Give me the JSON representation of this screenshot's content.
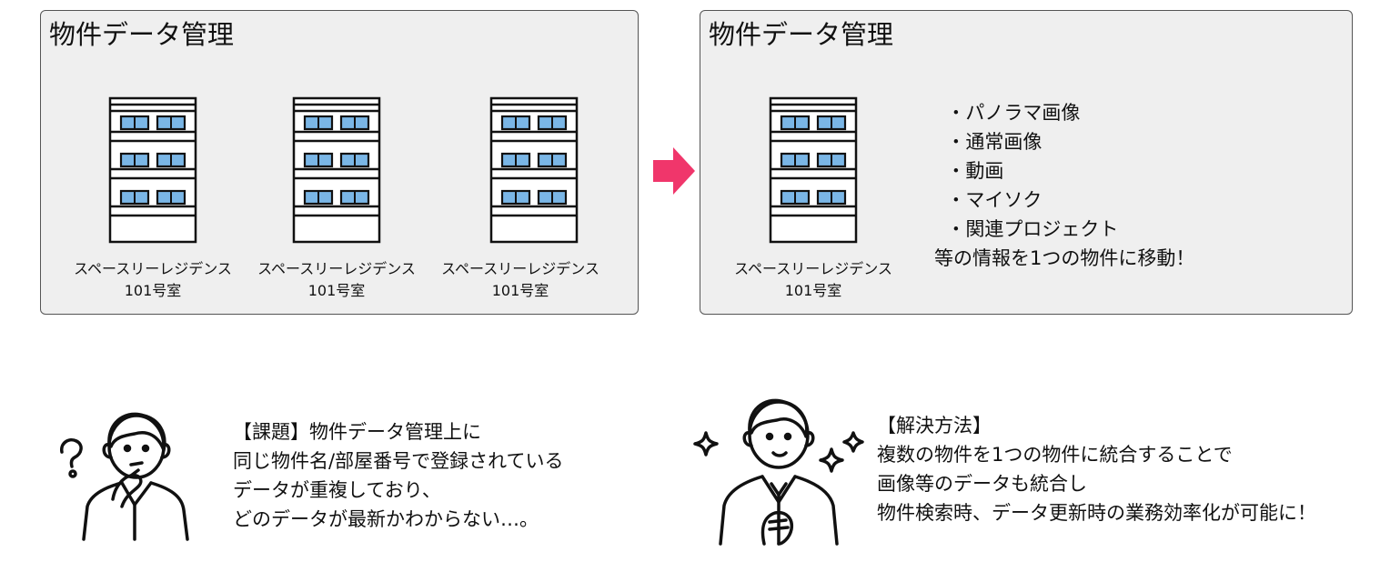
{
  "panel_before": {
    "title": "物件データ管理",
    "buildings": [
      {
        "name": "スペースリーレジデンス",
        "room": "101号室"
      },
      {
        "name": "スペースリーレジデンス",
        "room": "101号室"
      },
      {
        "name": "スペースリーレジデンス",
        "room": "101号室"
      }
    ]
  },
  "panel_after": {
    "title": "物件データ管理",
    "building": {
      "name": "スペースリーレジデンス",
      "room": "101号室"
    },
    "features": [
      "パノラマ画像",
      "通常画像",
      "動画",
      "マイソク",
      "関連プロジェクト"
    ],
    "bullet": "・",
    "summary": "等の情報を1つの物件に移動！"
  },
  "issue": {
    "lines": [
      "【課題】物件データ管理上に",
      "同じ物件名/部屋番号で登録されている",
      "データが重複しており、",
      "どのデータが最新かわからない…。"
    ]
  },
  "solution": {
    "lines": [
      "【解決方法】",
      "複数の物件を1つの物件に統合することで",
      "画像等のデータも統合し",
      "物件検索時、データ更新時の業務効率化が可能に！"
    ]
  },
  "icons": {
    "building": "apartment-building-icon",
    "arrow": "arrow-right-icon",
    "question": "question-mark-icon",
    "sparkle": "sparkle-icon"
  },
  "colors": {
    "arrow": "#f0366b",
    "window": "#7ab6e6",
    "panel_bg": "#efefef",
    "panel_border": "#555555"
  }
}
